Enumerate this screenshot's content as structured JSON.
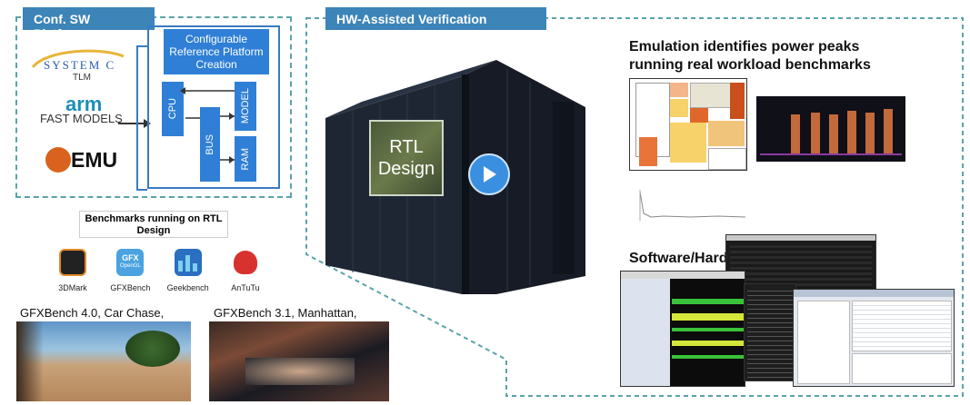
{
  "conf_sw": {
    "tab_label": "Conf. SW Platform",
    "systemc_top": "SYSTEM C",
    "systemc_bottom": "TLM",
    "arm_label": "arm",
    "fast_models_label": "FAST MODELS",
    "qemu_label": "EMU",
    "ref_platform_title": "Configurable Reference Platform Creation",
    "cpu_label": "CPU",
    "bus_label": "BUS",
    "model_label": "MODEL",
    "ram_label": "RAM"
  },
  "benchmarks": {
    "title": "Benchmarks running on RTL Design",
    "items": [
      {
        "label": "3DMark",
        "icon": "3dmark-icon",
        "color": "#222222"
      },
      {
        "label": "GFXBench",
        "icon": "gfxbench-icon",
        "color": "#4aa3df"
      },
      {
        "label": "Geekbench",
        "icon": "geekbench-icon",
        "color": "#2a6fc0"
      },
      {
        "label": "AnTuTu",
        "icon": "antutu-icon",
        "color": "#d8322f"
      }
    ],
    "gfx_icon_text": "GFX",
    "gfx_icon_sub": "OpenGL"
  },
  "captions": {
    "car_chase": "GFXBench 4.0, Car Chase,",
    "manhattan": "GFXBench 3.1, Manhattan,"
  },
  "hw": {
    "tab_label": "HW-Assisted Verification",
    "rtl_label": "RTL Design",
    "power_title": "Emulation identifies power peaks running real workload benchmarks",
    "debug_title": "Software/Hardware Debug"
  },
  "colors": {
    "tab_blue": "#3d84b8",
    "dash_teal": "#5aa3a8",
    "block_blue": "#2f7fd6",
    "play_blue": "#3b8fe0"
  }
}
